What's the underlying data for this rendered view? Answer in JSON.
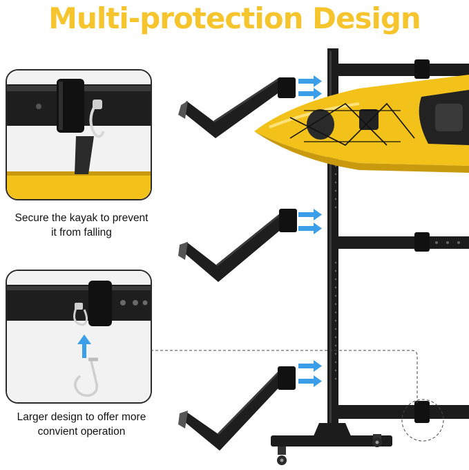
{
  "title": "Multi-protection Design",
  "captions": {
    "secure": [
      "Secure the kayak to prevent",
      "it from falling"
    ],
    "larger": [
      "Larger design to offer more",
      "convient operation"
    ]
  },
  "colors": {
    "title": "#f6c42c",
    "kayak": "#f2c21b",
    "rack": "#1c1c1c",
    "arrow": "#3a9ee8"
  },
  "icons": [
    "blue-arrow-icon",
    "hook-pin-icon",
    "up-arrow-icon"
  ]
}
